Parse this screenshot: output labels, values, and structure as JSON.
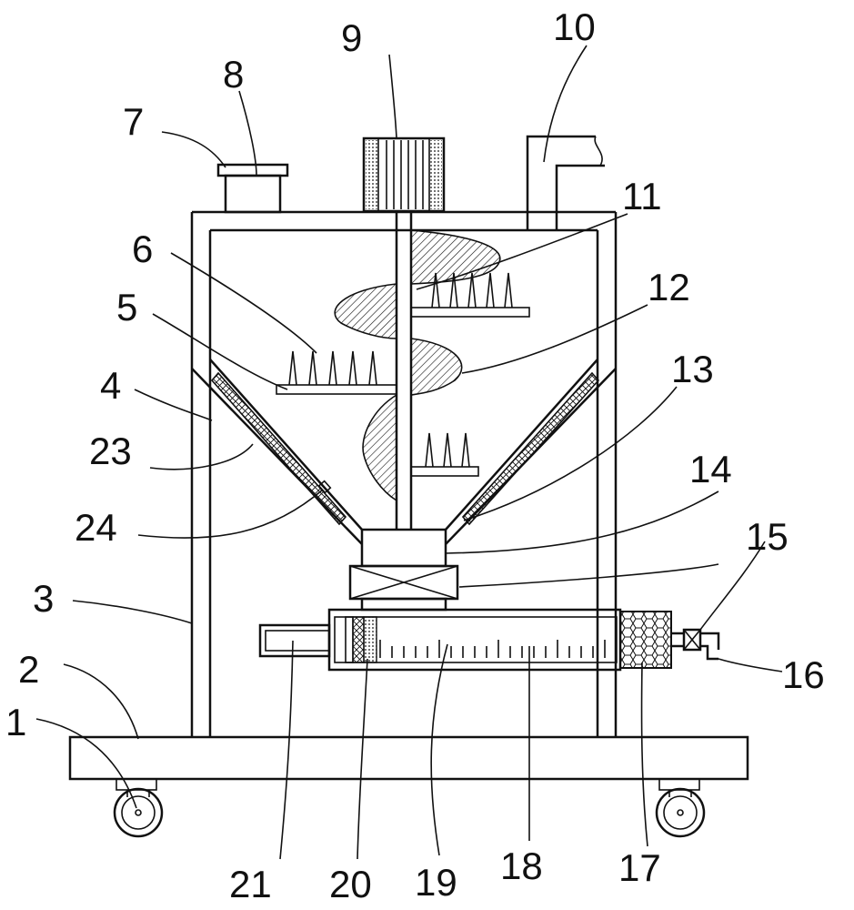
{
  "diagram": {
    "callouts": [
      "1",
      "2",
      "3",
      "4",
      "5",
      "6",
      "7",
      "8",
      "9",
      "10",
      "11",
      "12",
      "13",
      "14",
      "15",
      "16",
      "17",
      "18",
      "19",
      "20",
      "21",
      "23",
      "24"
    ],
    "colors": {
      "line": "#111111",
      "background": "#ffffff"
    }
  }
}
